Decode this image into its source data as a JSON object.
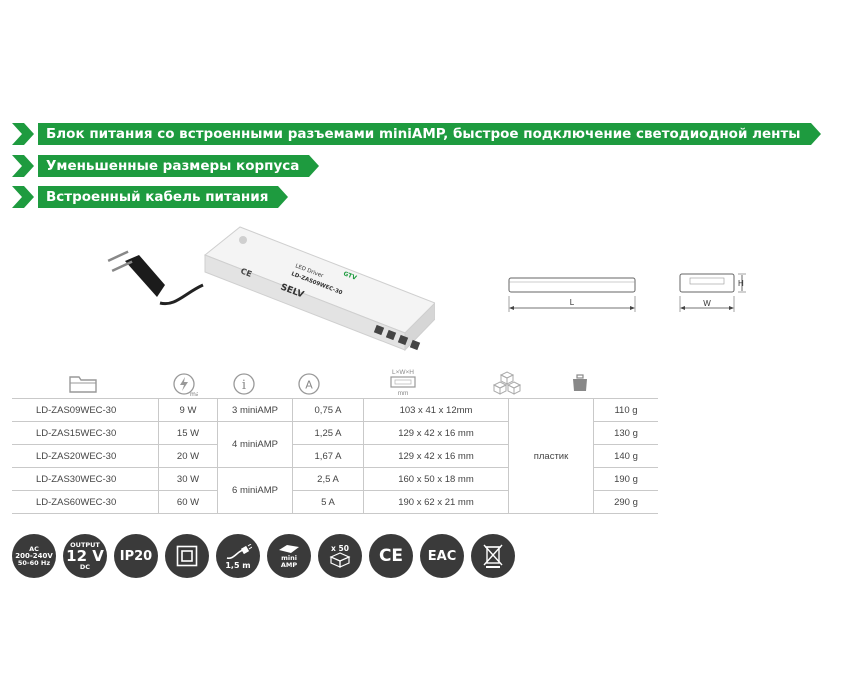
{
  "banners": [
    "Блок питания со встроенными разъемами miniAMP, быстрое подключение светодиодной ленты",
    "Уменьшенные размеры корпуса",
    "Встроенный кабель питания"
  ],
  "product_label": {
    "line1": "LED Driver",
    "line2": "LD-ZAS09WEC-30",
    "brand": "GTV",
    "selv": "SELV",
    "ce": "CE"
  },
  "dimension_labels": {
    "length": "L",
    "width": "W",
    "height": "H"
  },
  "table_header": {
    "power_sub": "max",
    "info": "i",
    "current": "A",
    "dims_top": "L×W×H",
    "dims_unit": "mm"
  },
  "rows": [
    {
      "model": "LD-ZAS09WEC-30",
      "power": "9 W",
      "current": "0,75 A",
      "size": "103 x 41 x 12mm",
      "weight": "110 g"
    },
    {
      "model": "LD-ZAS15WEC-30",
      "power": "15 W",
      "current": "1,25 A",
      "size": "129 x 42 x 16 mm",
      "weight": "130 g"
    },
    {
      "model": "LD-ZAS20WEC-30",
      "power": "20 W",
      "current": "1,67 A",
      "size": "129 x 42 x 16 mm",
      "weight": "140 g"
    },
    {
      "model": "LD-ZAS30WEC-30",
      "power": "30 W",
      "current": "2,5 A",
      "size": "160 x 50 x 18 mm",
      "weight": "190 g"
    },
    {
      "model": "LD-ZAS60WEC-30",
      "power": "60 W",
      "current": "5 A",
      "size": "190 x 62 x 21 mm",
      "weight": "290 g"
    }
  ],
  "outputs_groups": [
    "3 miniAMP",
    "4 miniAMP",
    "6 miniAMP"
  ],
  "material": "пластик",
  "badges": {
    "ac": {
      "top": "AC",
      "mid": "200-240V",
      "bot": "50-60 Hz"
    },
    "out": {
      "top": "OUTPUT",
      "mid": "12 V",
      "bot": "DC"
    },
    "ip": "IP20",
    "cable": "1,5 m",
    "mini": {
      "top": "mini",
      "bot": "AMP"
    },
    "pack": "x 50",
    "ce": "CE",
    "eac": "EAC"
  }
}
